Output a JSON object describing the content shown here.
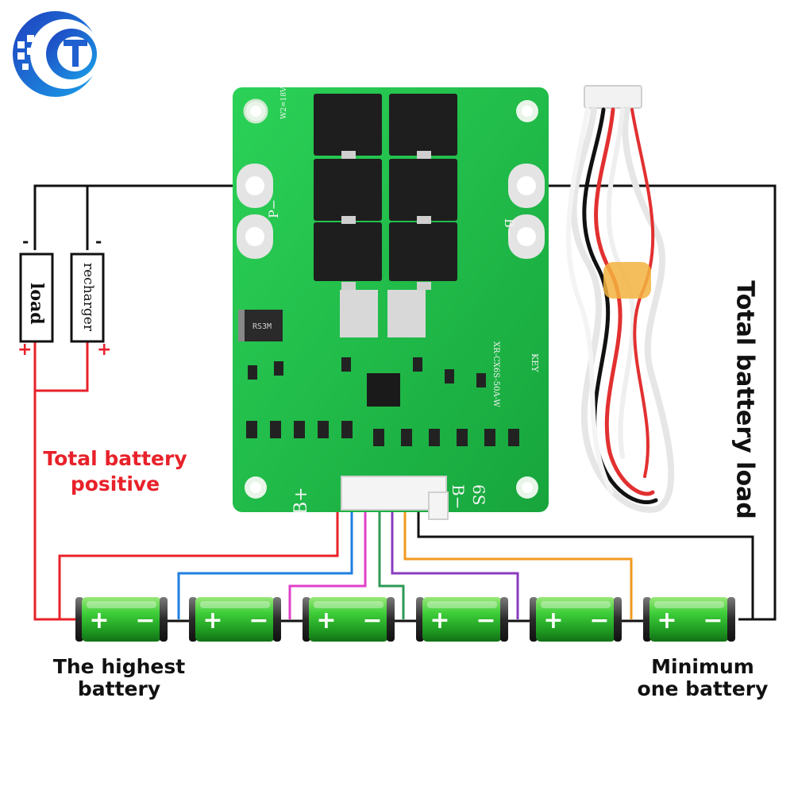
{
  "labels": {
    "load": "load",
    "recharger": "recharger",
    "minus": "-",
    "plus": "+",
    "total_battery_positive": [
      "Total battery",
      "positive"
    ],
    "total_battery_load": "Total battery load",
    "highest_battery": [
      "The highest",
      "battery"
    ],
    "minimum_battery": [
      "Minimum",
      "one battery"
    ]
  },
  "pcb": {
    "p_minus": "P−",
    "b_minus_side": "B−",
    "b_plus": "B+",
    "b_minus_bottom": "B−",
    "cells": "6S",
    "model": "XR-CX6S-50A-W",
    "key": "KEY",
    "diode": "RS3M",
    "w_label": "W2=18V"
  },
  "batteries": [
    {
      "plus": "+",
      "minus": "−"
    },
    {
      "plus": "+",
      "minus": "−"
    },
    {
      "plus": "+",
      "minus": "−"
    },
    {
      "plus": "+",
      "minus": "−"
    },
    {
      "plus": "+",
      "minus": "−"
    },
    {
      "plus": "+",
      "minus": "−"
    }
  ],
  "colors": {
    "positive_label": "#e8212a",
    "wire_red": "#e8212a",
    "wire_blue": "#1f7fe0",
    "wire_magenta": "#e040c8",
    "wire_green": "#2e9a55",
    "wire_purple": "#8a3cc0",
    "wire_orange": "#f09a1e",
    "wire_black": "#111111",
    "pcb_green": "#1fb84a",
    "battery_green": "#3cc23a"
  },
  "icons": [
    "brand-logo-icon",
    "connector-harness-icon"
  ]
}
